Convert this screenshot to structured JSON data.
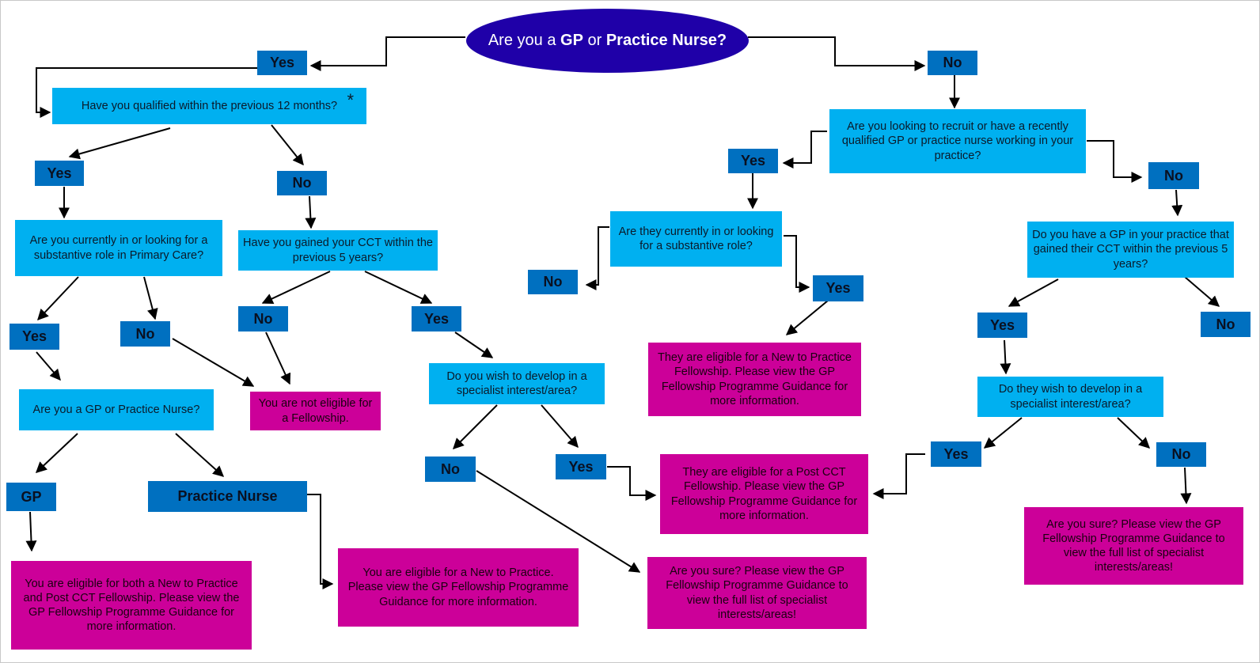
{
  "start": {
    "prefix": "Are you a",
    "gp": "GP",
    "or": "or",
    "nurse": "Practice Nurse?"
  },
  "questions": {
    "qualified_12": "Have you qualified within the previous 12 months?",
    "asterisk": "*",
    "substantive_role": "Are you currently in or looking for a substantive role in Primary Care?",
    "cct_5_years": "Have you gained your CCT within the previous 5 years?",
    "gp_or_nurse": "Are you a GP or Practice Nurse?",
    "specialist_self": "Do you wish to develop in a specialist interest/area?",
    "recruit": "Are you looking to recruit or have a recently qualified GP or practice nurse working in your practice?",
    "they_substantive": "Are they currently in or looking for a substantive role?",
    "gp_cct_5_years": "Do you have a GP in your practice that gained their CCT within the previous 5 years?",
    "they_specialist": "Do they wish to develop in a specialist interest/area?"
  },
  "answers": {
    "yes": "Yes",
    "no": "No",
    "gp": "GP",
    "practice_nurse": "Practice Nurse"
  },
  "outcomes": {
    "not_eligible": "You are not eligible for a Fellowship.",
    "both": "You are eligible for both a New to Practice and Post CCT Fellowship. Please view the GP Fellowship Programme Guidance for more information.",
    "new_to_practice_you": "You are eligible for a New to Practice. Please view the GP Fellowship Programme Guidance for more information.",
    "new_to_practice_they": "They are eligible for a New to Practice Fellowship. Please view the GP Fellowship Programme Guidance for more information.",
    "post_cct_they": "They are eligible for a Post CCT Fellowship. Please view the GP Fellowship Programme Guidance for more information.",
    "sure_1": "Are you sure? Please view the GP Fellowship Programme Guidance to view the full list of specialist interests/areas!",
    "sure_2": "Are you sure? Please view the GP Fellowship Programme Guidance to view the full list of specialist interests/areas!"
  },
  "colors": {
    "question": "#00b0f0",
    "answer": "#0070c0",
    "outcome": "#cc0099",
    "start": "#1f00a8",
    "connector": "#000000"
  }
}
